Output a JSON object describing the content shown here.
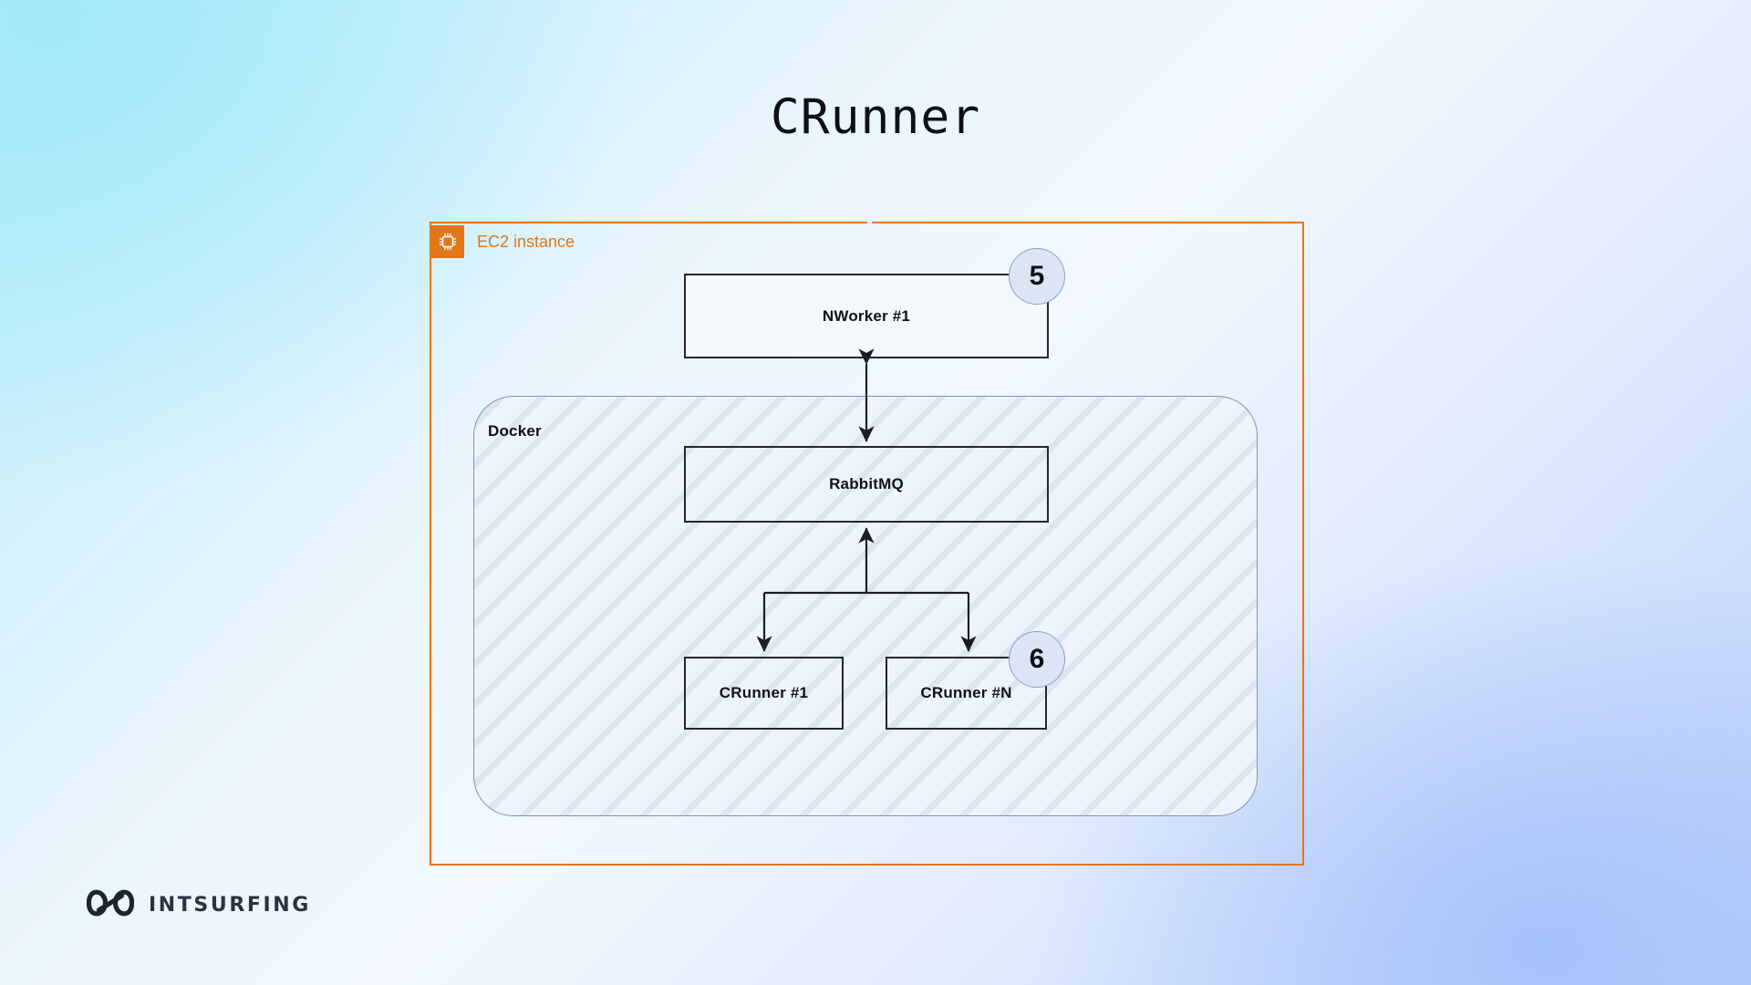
{
  "page": {
    "title": "CRunner",
    "background_colors": {
      "top_left": "#b4ecf9",
      "center": "#f2f8fe",
      "bottom_right": "#b9cffb"
    }
  },
  "diagram": {
    "ec2": {
      "label": "EC2 instance",
      "icon": "cpu-chip-icon",
      "accent_color": "#e2761b"
    },
    "docker": {
      "label": "Docker",
      "border_color": "#7d96b8",
      "fill_color": "#eef4fb"
    },
    "nodes": [
      {
        "id": "nworker",
        "label": "NWorker #1"
      },
      {
        "id": "rabbitmq",
        "label": "RabbitMQ"
      },
      {
        "id": "crunner1",
        "label": "CRunner #1"
      },
      {
        "id": "crunnerN",
        "label": "CRunner #N"
      }
    ],
    "badges": [
      {
        "id": "badge-5",
        "label": "5",
        "attached_to": "nworker",
        "color": "#dbe5f6"
      },
      {
        "id": "badge-6",
        "label": "6",
        "attached_to": "crunnerN",
        "color": "#dbe5f6"
      }
    ],
    "connections": [
      {
        "from": "nworker",
        "to": "rabbitmq",
        "direction": "bidirectional"
      },
      {
        "from": "crunner1",
        "to": "rabbitmq",
        "direction": "up"
      },
      {
        "from": "crunnerN",
        "to": "rabbitmq",
        "direction": "up"
      },
      {
        "from": "rabbitmq",
        "to": "crunner1",
        "direction": "down"
      },
      {
        "from": "rabbitmq",
        "to": "crunnerN",
        "direction": "down"
      }
    ]
  },
  "footer": {
    "brand": "INTSURFING",
    "logo_icon": "infinity-loop-icon",
    "brand_color": "#2c3340"
  }
}
